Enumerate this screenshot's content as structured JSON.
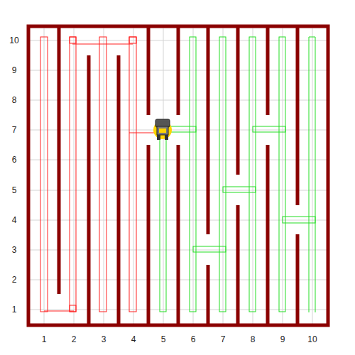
{
  "diagram": {
    "labels": [
      "10",
      "9",
      "8",
      "7",
      "6",
      "5",
      "4",
      "3",
      "2",
      "1",
      "1",
      "2",
      "3",
      "4",
      "5",
      "6",
      "7",
      "8",
      "9",
      "10"
    ]
  }
}
